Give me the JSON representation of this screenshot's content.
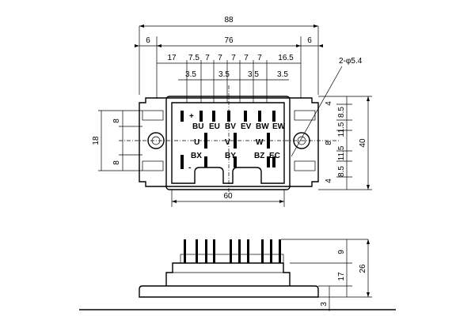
{
  "top_view": {
    "overall_width": "88",
    "left_margin": "6",
    "center_span": "76",
    "right_margin": "6",
    "pin_spacing": [
      "17",
      "7.5",
      "7",
      "7",
      "7",
      "7",
      "7",
      "16.5"
    ],
    "pin_offsets": [
      "3.5",
      "3.5",
      "3.5",
      "3.5"
    ],
    "hole_callout": "2-φ5.4",
    "bottom_width": "60",
    "left_dims": [
      "8",
      "18",
      "8"
    ],
    "right_dims": [
      "4",
      "8.5",
      "11.5",
      "8",
      "11.5",
      "8.5",
      "4"
    ],
    "height": "40",
    "terminal_labels": [
      "+",
      "BU",
      "EU",
      "BV",
      "EV",
      "BW",
      "EW",
      "U",
      "V",
      "W",
      "BX",
      "BY",
      "BZ",
      "EC",
      "-"
    ]
  },
  "side_view": {
    "dims": [
      "9",
      "17",
      "26",
      "3"
    ]
  }
}
